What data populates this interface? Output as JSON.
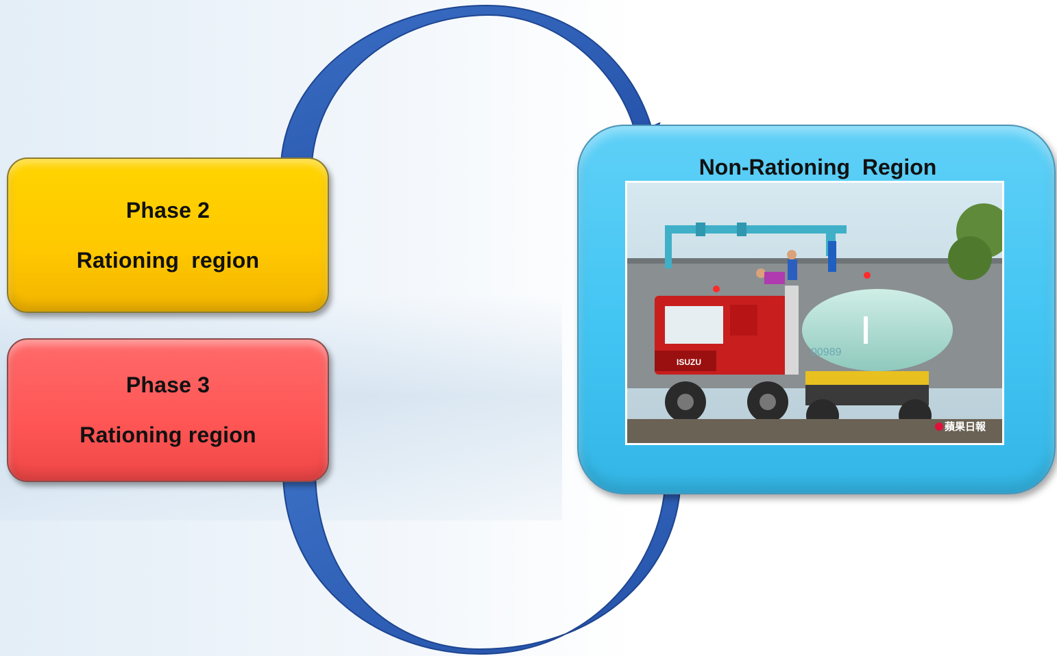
{
  "diagram": {
    "phase2": {
      "title": "Phase 2",
      "subtitle": "Rationing  region",
      "color": "#ffc800"
    },
    "phase3": {
      "title": "Phase 3",
      "subtitle": "Rationing region",
      "color": "#ff5555"
    },
    "non_rationing": {
      "title": "Non-Rationing  Region",
      "color": "#42c5f3",
      "photo": {
        "subject": "fire truck and water tanker trucks filling water from an overhead pipe",
        "truck_brand": "ISUZU",
        "tanker_number": "00989",
        "watermark": "蘋果日報"
      }
    },
    "arrow_color": "#2e5fb6"
  }
}
